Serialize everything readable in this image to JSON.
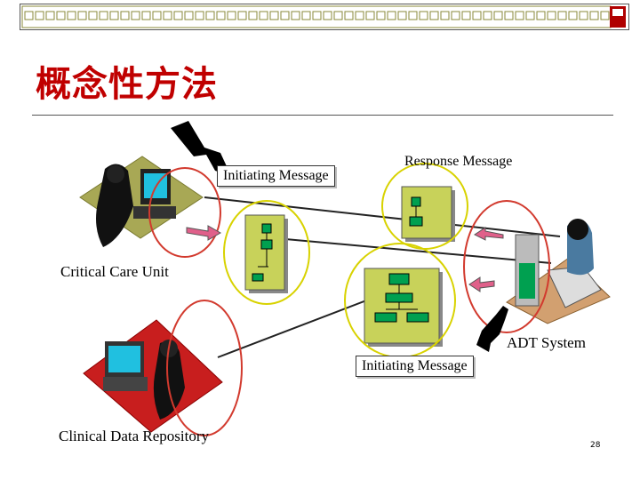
{
  "slide": {
    "title": "概念性方法",
    "page_number": "28"
  },
  "labels": {
    "initiating_message_1": "Initiating Message",
    "response_message": "Response Message",
    "critical_care_unit": "Critical Care Unit",
    "adt_system": "ADT System",
    "initiating_message_2": "Initiating Message",
    "clinical_data_repository": "Clinical Data Repository"
  },
  "colors": {
    "title": "#c00000",
    "ellipse_red": "#d23a2e",
    "ellipse_yellow": "#d8d200",
    "doc_fill": "#c8d25a",
    "box_green": "#00a050",
    "arrow_pink": "#e0608a",
    "bolt": "#000000",
    "top_bar_frame": "#5a5a2a"
  },
  "icons": [
    "lightning-bolt-icon",
    "computer-user-icon",
    "document-stack-icon",
    "arrow-icon",
    "close-icon"
  ]
}
